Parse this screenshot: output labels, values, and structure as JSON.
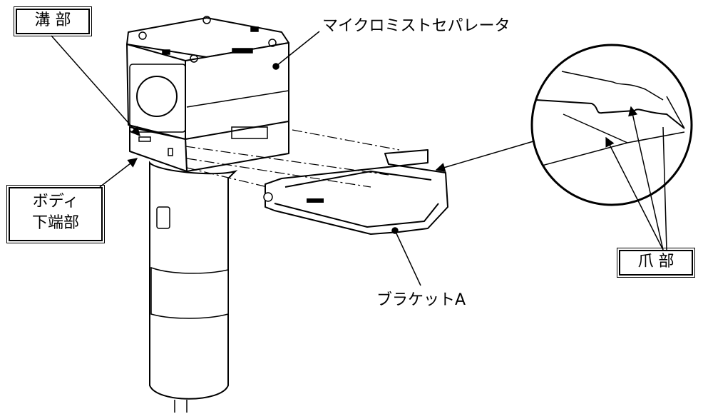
{
  "labels": {
    "groove": "溝 部",
    "body_lower_line1": "ボディ",
    "body_lower_line2": "下端部",
    "separator": "マイクロミストセパレータ",
    "claw": "爪 部",
    "bracket": "ブラケットA"
  },
  "colors": {
    "line": "#000000",
    "background": "#ffffff"
  }
}
